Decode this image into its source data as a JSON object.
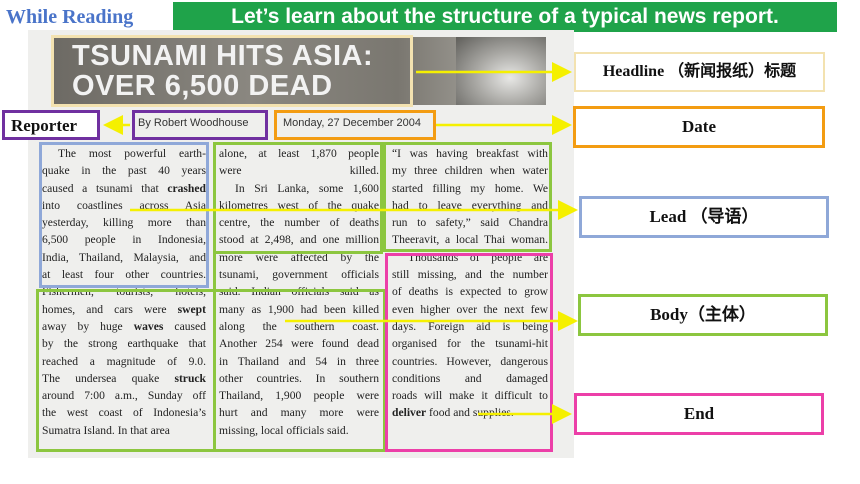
{
  "header": {
    "section": "While Reading",
    "banner": "Let’s learn about the structure of a typical news report."
  },
  "article": {
    "headline_line1": "TSUNAMI HITS ASIA:",
    "headline_line2": "OVER 6,500 DEAD",
    "byline": "By Robert Woodhouse",
    "date": "Monday, 27 December 2004",
    "col1": [
      "The most powerful earth-",
      "quake in the past 40 years",
      "caused a tsunami that crashed",
      "into coastlines across Asia",
      "yesterday, killing more than",
      "6,500 people in Indonesia,",
      "India, Thailand, Malaysia, and",
      "at least four other countries.",
      "Fishermen, tourists, hotels,",
      "homes, and cars were swept",
      "away by huge waves caused",
      "by the strong earthquake that",
      "reached a magnitude of 9.0.",
      "The undersea quake struck",
      "around 7:00 a.m., Sunday off",
      "the west coast of Indonesia’s",
      "Sumatra Island. In that area"
    ],
    "col2": [
      "alone, at least 1,870 people",
      "were killed.",
      "In Sri Lanka, some 1,600",
      "kilometres west of the quake",
      "centre, the number of deaths",
      "stood at 2,498, and one million",
      "more were affected by the",
      "tsunami, government officials",
      "said. Indian officials said as",
      "many as 1,900 had been killed",
      "along the southern coast.",
      "Another 254 were found dead",
      "in Thailand and 54 in three",
      "other countries. In southern",
      "Thailand, 1,900 people were",
      "hurt and many more were",
      "missing, local officials said."
    ],
    "col3": [
      "“I was having breakfast with",
      "my three children when water",
      "started filling my home. We",
      "had to leave everything and",
      "run to safety,” said Chandra",
      "Theeravit, a local Thai woman.",
      "Thousands of people are",
      "still missing, and the number",
      "of deaths is expected to grow",
      "even higher over the next few",
      "days. Foreign aid is being",
      "organised for the tsunami-hit",
      "countries. However, dangerous",
      "conditions and damaged",
      "roads will make it difficult to",
      "deliver food and supplies."
    ]
  },
  "labels": {
    "headline": "Headline （新闻报纸）标题",
    "reporter": "Reporter",
    "date": "Date",
    "lead": "Lead （导语）",
    "body": "Body（主体）",
    "end": "End"
  },
  "colors": {
    "banner_bg": "#1fa34a",
    "section_text": "#4a74c9",
    "headline_box": "#f3e2b0",
    "reporter_box": "#7030a0",
    "date_box": "#f39c12",
    "lead_box": "#8fa8d8",
    "body_box": "#8cc63f",
    "end_box": "#ec3fa8",
    "arrow": "#f5f000"
  }
}
